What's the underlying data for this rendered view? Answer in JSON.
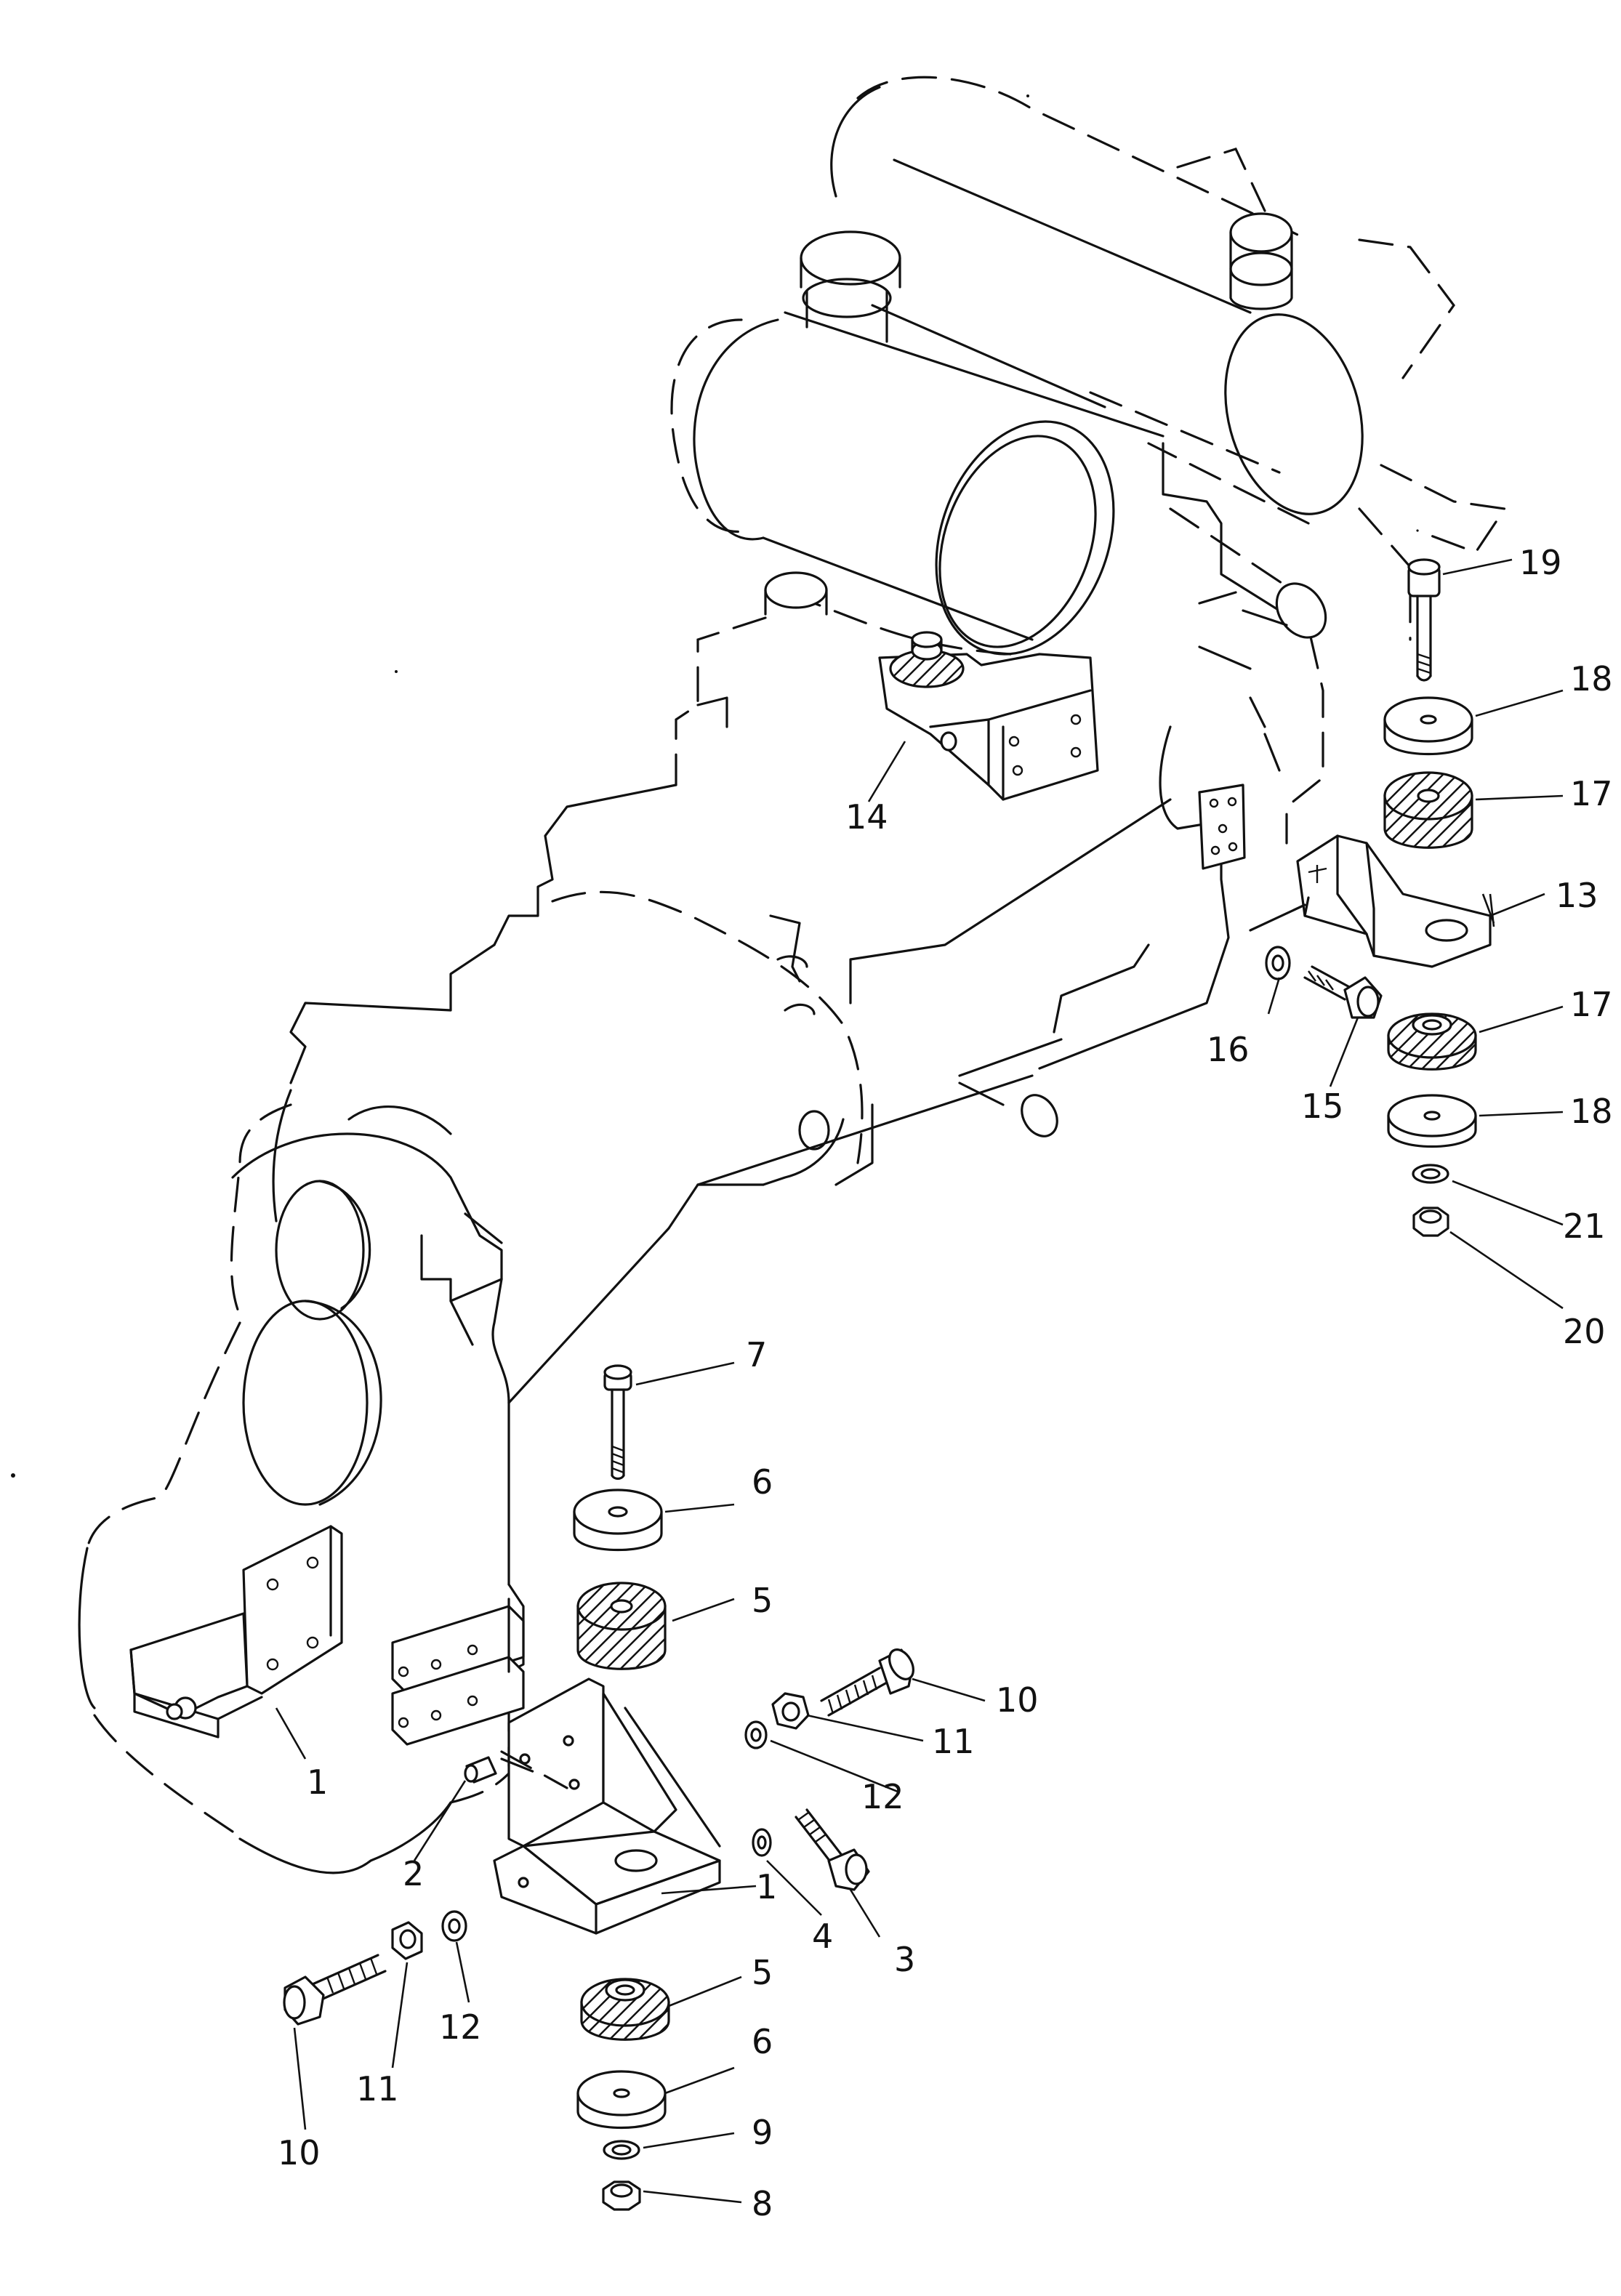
{
  "callouts": {
    "c1a": "1",
    "c1b": "1",
    "c2": "2",
    "c3": "3",
    "c4": "4",
    "c5a": "5",
    "c5b": "5",
    "c6a": "6",
    "c6b": "6",
    "c7": "7",
    "c8": "8",
    "c9": "9",
    "c10a": "10",
    "c10b": "10",
    "c11a": "11",
    "c11b": "11",
    "c12a": "12",
    "c12b": "12",
    "c13": "13",
    "c14": "14",
    "c15": "15",
    "c16": "16",
    "c17a": "17",
    "c17b": "17",
    "c18a": "18",
    "c18b": "18",
    "c19": "19",
    "c20": "20",
    "c21": "21"
  }
}
